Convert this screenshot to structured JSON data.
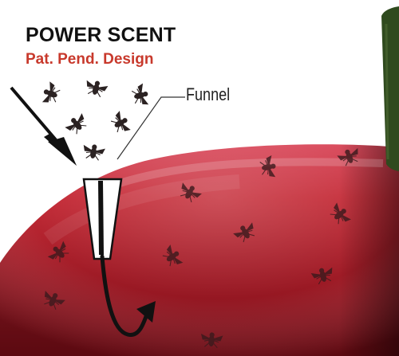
{
  "title": "POWER SCENT",
  "subtitle": "Pat. Pend. Design",
  "funnel_label": "Funnel",
  "colors": {
    "title": "#111111",
    "subtitle": "#c8392c",
    "apple_light": "#c42a36",
    "apple_dark": "#6e0b14",
    "stem": "#2f4a1e",
    "fly": "#3a2a2a",
    "arrow": "#111111"
  },
  "icons": [
    "fly-icon",
    "arrow-icon",
    "funnel-icon",
    "apple-body",
    "stem-icon"
  ]
}
